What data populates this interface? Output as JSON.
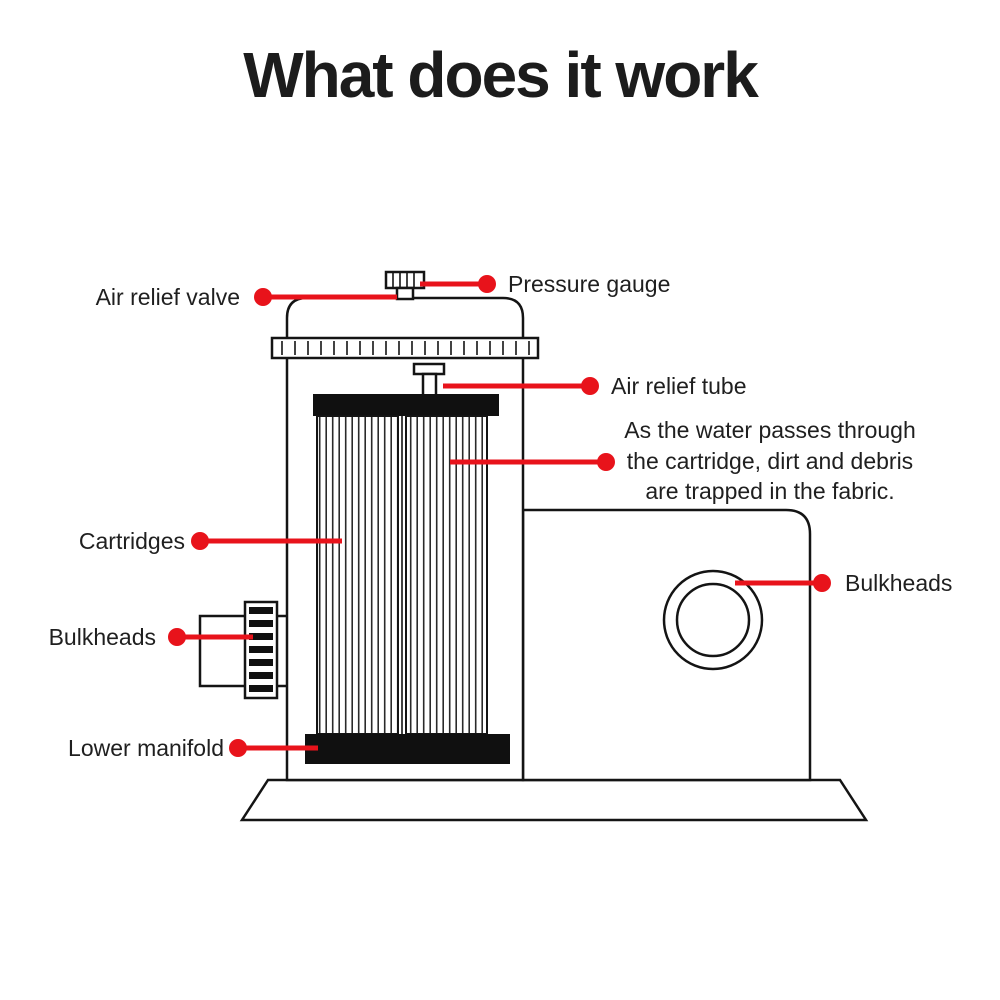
{
  "title": "What does it work",
  "colors": {
    "accent_red": "#e8131b",
    "line_black": "#141414",
    "background": "#ffffff"
  },
  "labels": {
    "air_relief_valve": "Air relief valve",
    "pressure_gauge": "Pressure gauge",
    "air_relief_tube": "Air relief tube",
    "cartridges": "Cartridges",
    "bulkheads_left": "Bulkheads",
    "bulkheads_right": "Bulkheads",
    "lower_manifold": "Lower manifold",
    "note": {
      "line1": "As the water passes through",
      "line2": "the cartridge, dirt and debris",
      "line3": "are trapped in the fabric."
    }
  }
}
